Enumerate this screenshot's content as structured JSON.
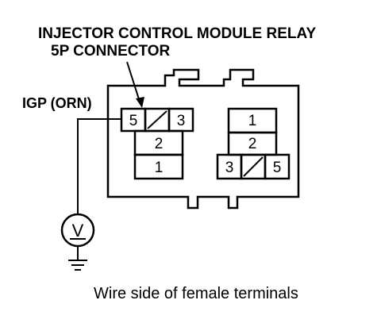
{
  "diagram": {
    "title_line1": "INJECTOR CONTROL MODULE RELAY",
    "title_line2": "5P CONNECTOR",
    "wire_label": "IGP (ORN)",
    "caption": "Wire side of female terminals",
    "voltmeter_symbol": "V",
    "left_cavity": {
      "top_row": [
        "5",
        "3"
      ],
      "middle": "2",
      "bottom": "1"
    },
    "right_cavity": {
      "top": "1",
      "middle": "2",
      "bottom_row": [
        "3",
        "5"
      ]
    },
    "icons": [
      "voltmeter-icon",
      "ground-icon",
      "pointer-arrow-icon"
    ]
  }
}
